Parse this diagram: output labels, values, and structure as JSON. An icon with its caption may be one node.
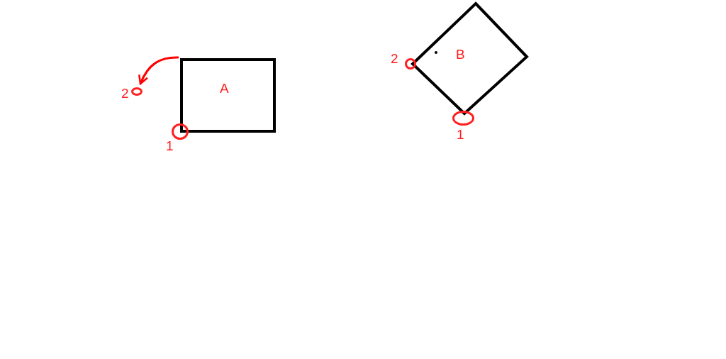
{
  "diagram": {
    "nodes": [
      {
        "text": [
          "A"
        ]
      },
      {
        "text": [],
        "shape": "circle",
        "beside": [
          "1"
        ]
      },
      {
        "text": [],
        "shape": "circle",
        "beside": [
          "2"
        ]
      },
      {
        "text": [
          "B"
        ]
      },
      {
        "text": [],
        "shape": "circle",
        "beside": [
          "2"
        ]
      },
      {
        "text": [],
        "shape": "circle",
        "beside": [
          "1"
        ]
      }
    ],
    "edges": [
      {
        "from": 0,
        "to": 2,
        "arrow": "to",
        "color": "#ff0000"
      }
    ]
  }
}
